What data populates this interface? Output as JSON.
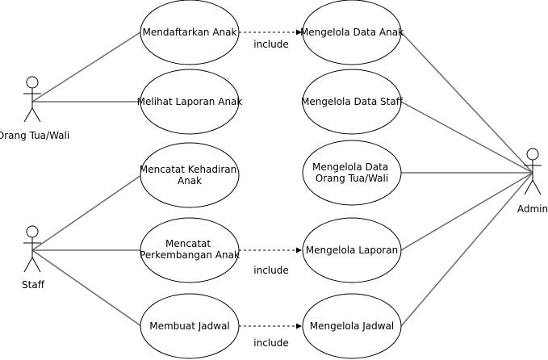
{
  "actors": {
    "parent": {
      "label": "Orang Tua/Wali"
    },
    "staff": {
      "label": "Staff"
    },
    "admin": {
      "label": "Admin"
    }
  },
  "use_cases": {
    "register_child": [
      "Mendaftarkan Anak"
    ],
    "view_report": [
      "Melihat Laporan Anak"
    ],
    "record_attendance": [
      "Mencatat Kehadiran",
      "Anak"
    ],
    "record_progress": [
      "Mencatat",
      "Perkembangan Anak"
    ],
    "create_schedule": [
      "Membuat Jadwal"
    ],
    "manage_child_data": [
      "Mengelola Data Anak"
    ],
    "manage_staff_data": [
      "Mengelola Data Staff"
    ],
    "manage_parent_data": [
      "Mengelola Data",
      "Orang Tua/Wali"
    ],
    "manage_reports": [
      "Mengelola Laporan"
    ],
    "manage_schedule": [
      "Mengelola Jadwal"
    ]
  },
  "relations": {
    "include_label": "include"
  }
}
